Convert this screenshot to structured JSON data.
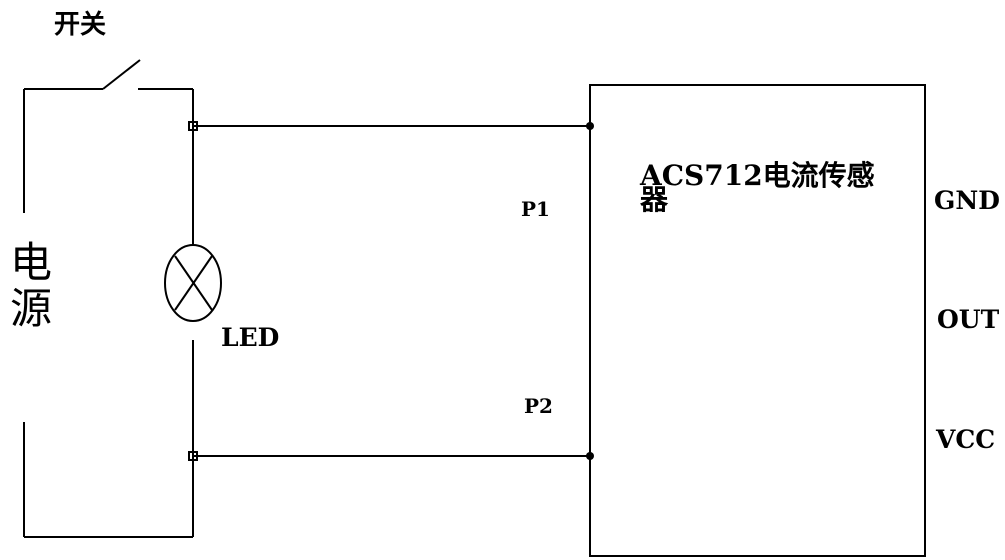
{
  "labels": {
    "switch": "开关",
    "power_line1": "电",
    "power_line2": "源",
    "led": "LED",
    "p1": "P1",
    "p2": "P2",
    "sensor": "ACS712电流传感器",
    "pin_gnd": "GND",
    "pin_out": "OUT",
    "pin_vcc": "VCC"
  }
}
